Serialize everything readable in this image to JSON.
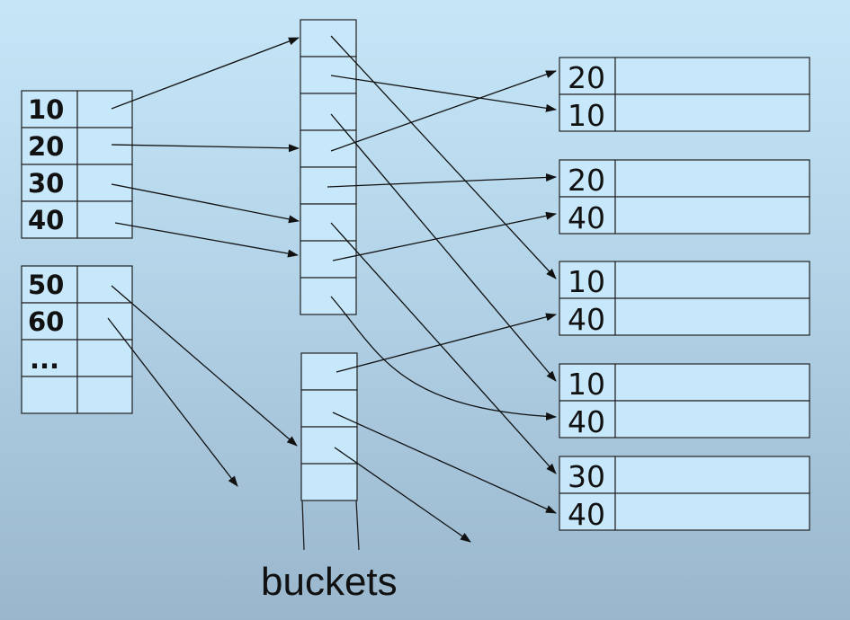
{
  "index_keys_top": [
    "10",
    "20",
    "30",
    "40"
  ],
  "index_keys_bottom": [
    "50",
    "60",
    "..."
  ],
  "records": [
    [
      "20",
      "10"
    ],
    [
      "20",
      "40"
    ],
    [
      "10",
      "40"
    ],
    [
      "10",
      "40"
    ],
    [
      "30",
      "40"
    ]
  ],
  "caption": "buckets"
}
